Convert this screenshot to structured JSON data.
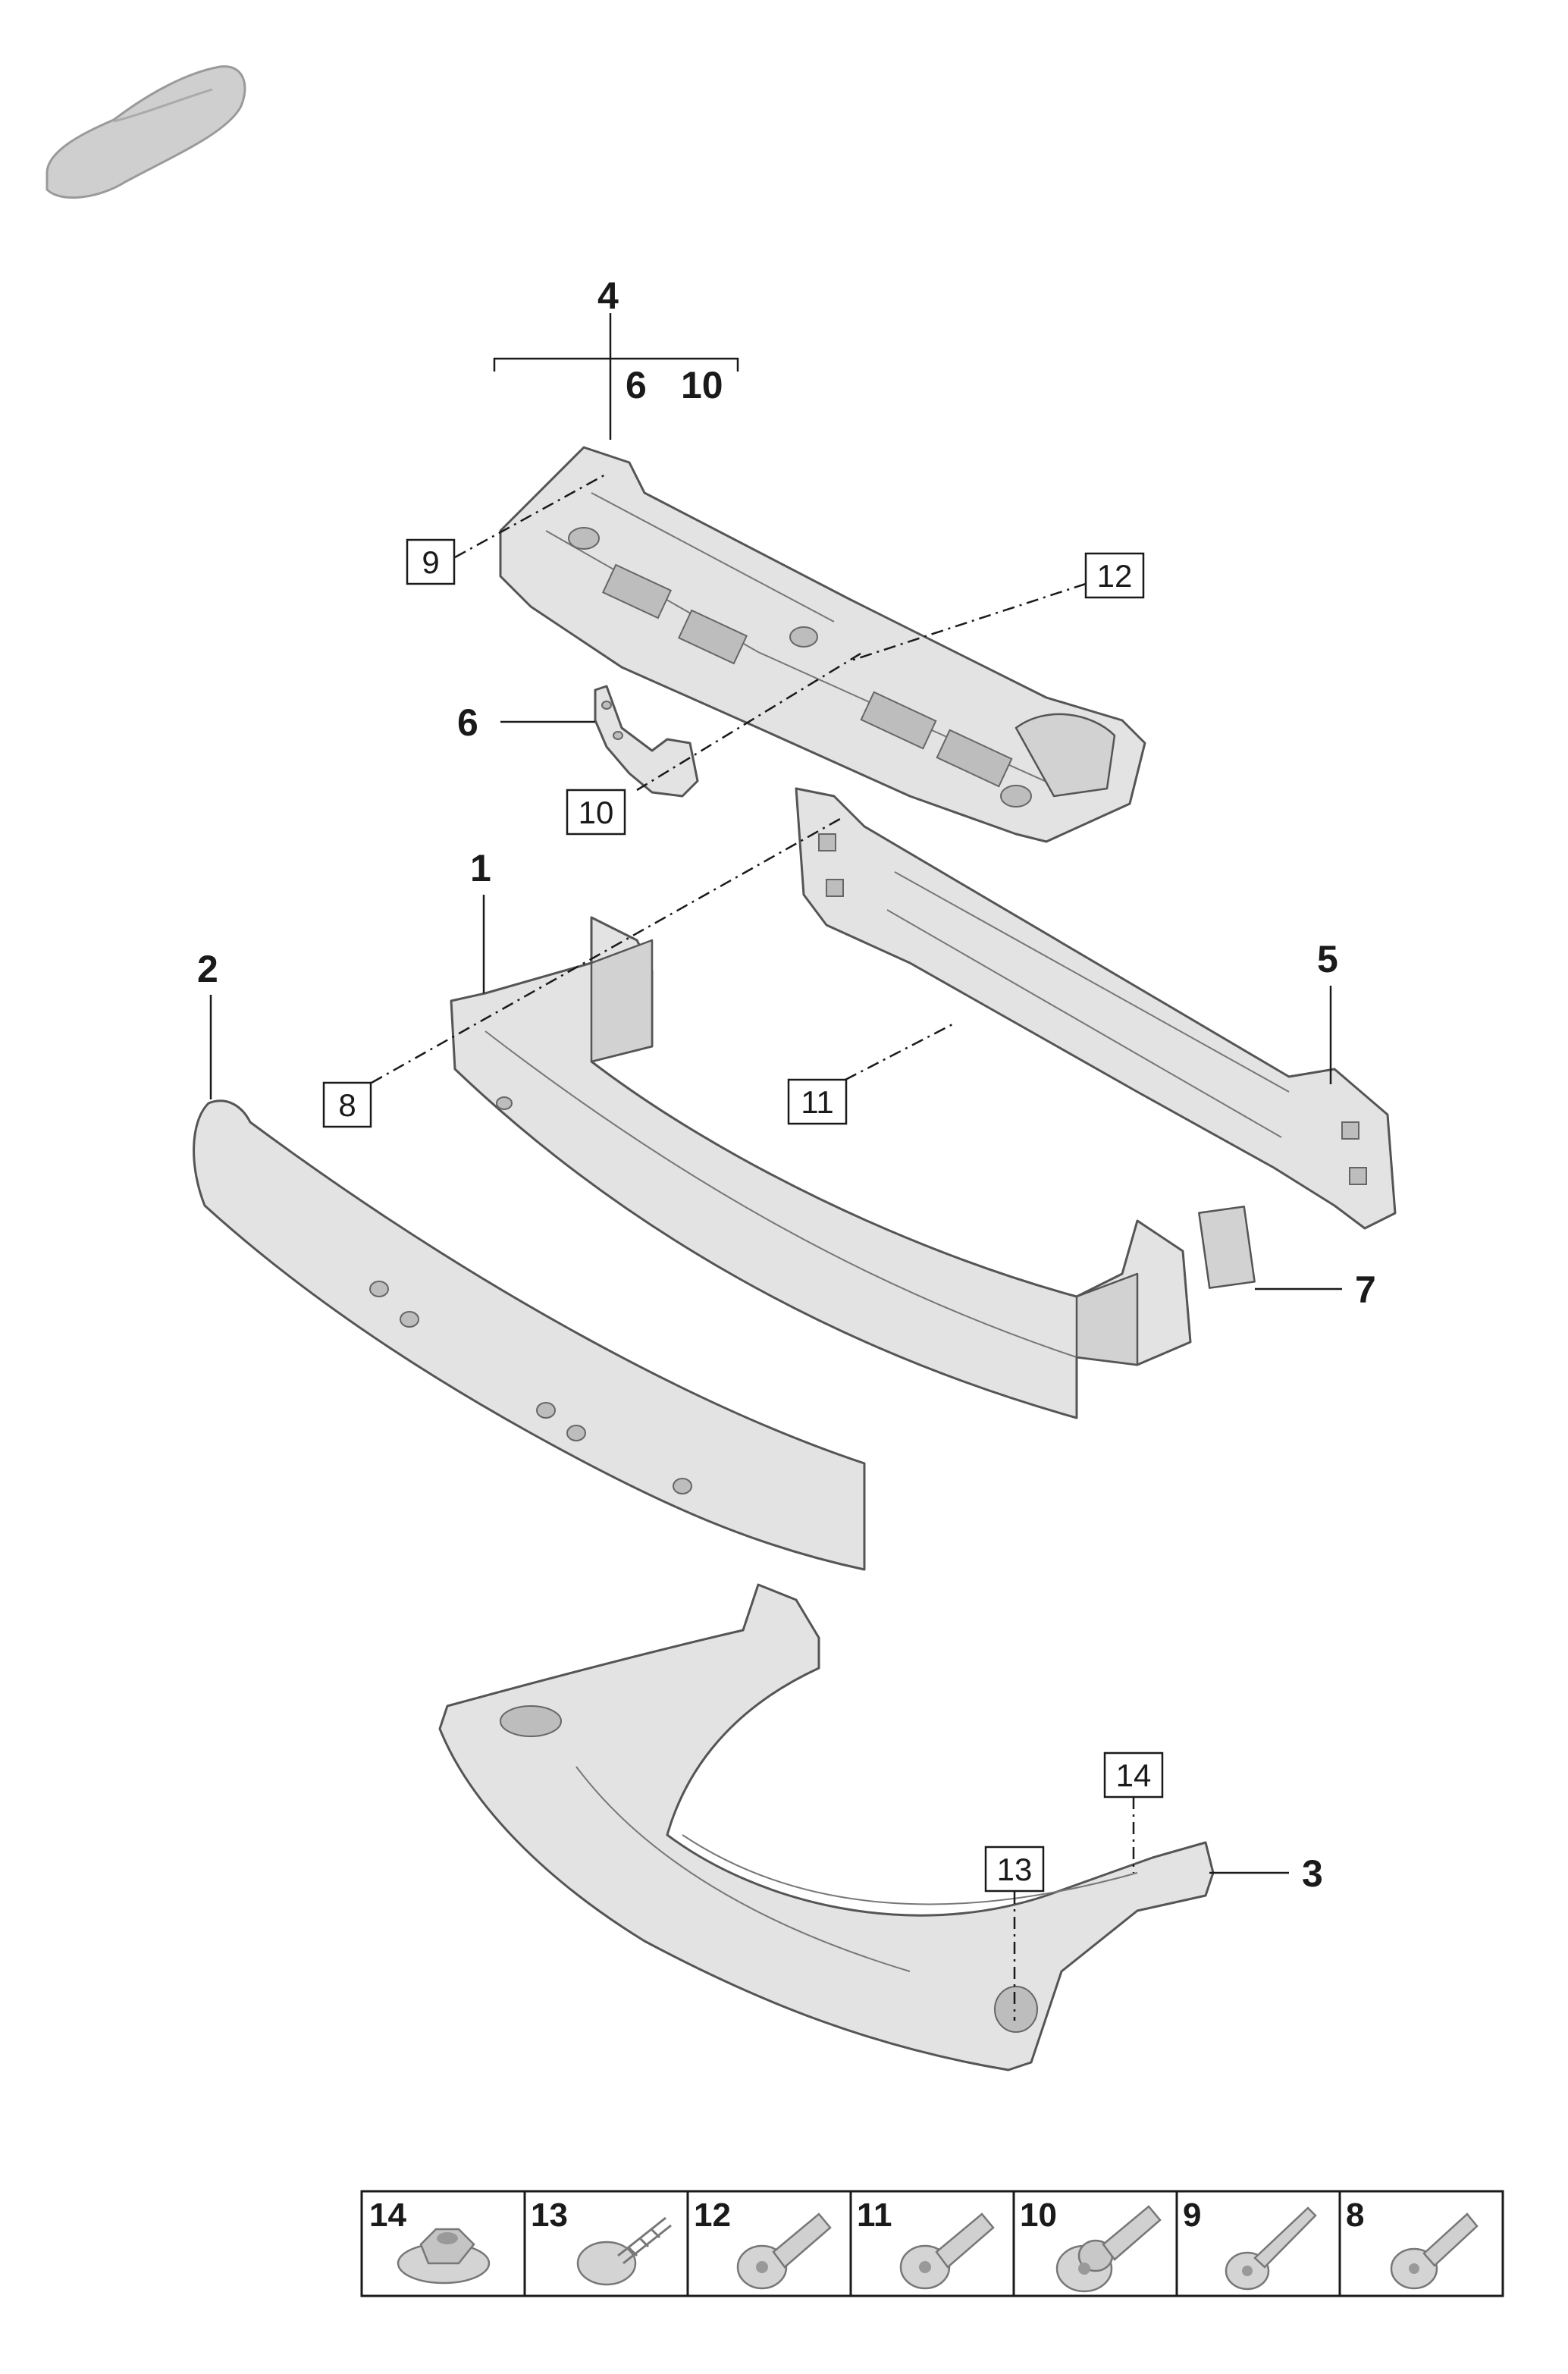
{
  "callouts": {
    "c1": "1",
    "c2": "2",
    "c3": "3",
    "c4": "4",
    "c5": "5",
    "c6": "6",
    "c7": "7",
    "c4_sub6": "6",
    "c4_sub10": "10"
  },
  "boxed_labels": {
    "b8": "8",
    "b9": "9",
    "b10": "10",
    "b11": "11",
    "b12": "12",
    "b13": "13",
    "b14": "14"
  },
  "fastener_table": [
    {
      "number": "14",
      "icon": "flange-nut-icon"
    },
    {
      "number": "13",
      "icon": "self-tapping-screw-icon"
    },
    {
      "number": "12",
      "icon": "torx-bolt-icon"
    },
    {
      "number": "11",
      "icon": "torx-bolt-icon"
    },
    {
      "number": "10",
      "icon": "torx-bolt-with-washer-icon"
    },
    {
      "number": "9",
      "icon": "long-torx-bolt-icon"
    },
    {
      "number": "8",
      "icon": "torx-bolt-icon"
    }
  ],
  "colors": {
    "part_fill": "#e3e3e3",
    "outline": "#555555",
    "text": "#1a1a1a"
  }
}
